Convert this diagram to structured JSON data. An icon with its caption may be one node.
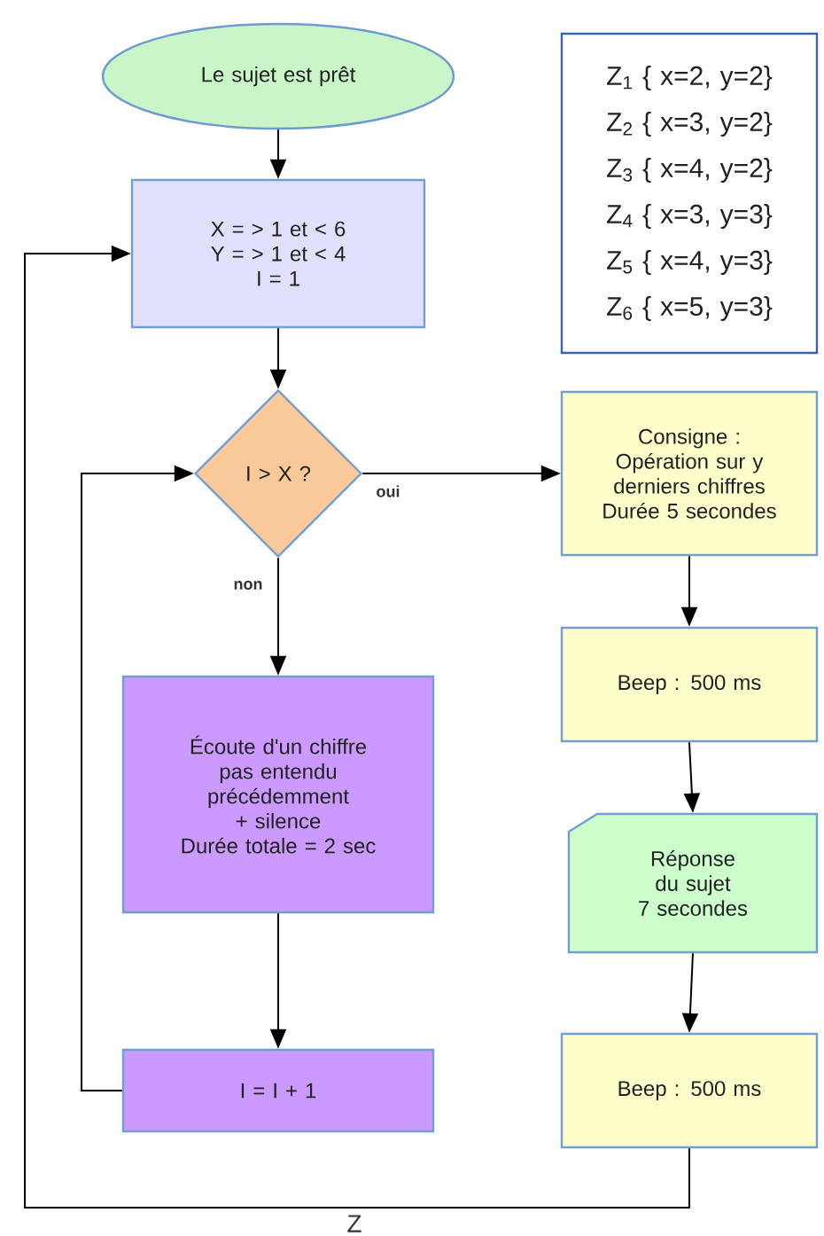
{
  "diagram": {
    "nodes": [
      {
        "text": [
          "Le sujet est prêt"
        ]
      },
      {
        "text": [
          "X = > 1 et < 6",
          "Y = > 1 et < 4",
          "I = 1"
        ]
      },
      {
        "text": [
          "I > X ?"
        ]
      },
      {
        "text": [
          "Consigne :",
          "Opération sur y derniers chiffres",
          "Durée 5 secondes"
        ]
      },
      {
        "text": [
          "Écoute d'un chiffre pas entendu précédemment",
          "+ silence",
          "Durée totale = 2 sec"
        ]
      },
      {
        "text": [
          "I = I + 1"
        ]
      },
      {
        "text": [
          "Beep : 500 ms"
        ]
      },
      {
        "text": [
          "Réponse du sujet",
          "7 secondes"
        ]
      },
      {
        "text": [
          "Beep : 500 ms"
        ]
      },
      {
        "text": [
          "Z$_{1}$ { x=2, y=2}",
          "Z$_{2}$ { x=3, y=2}",
          "Z$_{3}$ { x=4, y=2}",
          "Z$_{4}$ { x=3, y=3}",
          "Z$_{5}$ { x=4, y=3}",
          "Z$_{6}$ { x=5, y=3}"
        ]
      }
    ],
    "edges": [
      {
        "from": 0,
        "to": 1,
        "arrow": "to"
      },
      {
        "from": 1,
        "to": 2,
        "arrow": "to"
      },
      {
        "from": 2,
        "to": 3,
        "arrow": "to",
        "label": "oui"
      },
      {
        "from": 2,
        "to": 4,
        "arrow": "to",
        "label": "non"
      },
      {
        "from": 4,
        "to": 5,
        "arrow": "to"
      },
      {
        "from": 5,
        "to": 2,
        "arrow": "to"
      },
      {
        "from": 3,
        "to": 6,
        "arrow": "to"
      },
      {
        "from": 6,
        "to": 7,
        "arrow": "to"
      },
      {
        "from": 7,
        "to": 8,
        "arrow": "to"
      },
      {
        "from": 8,
        "to": 1,
        "arrow": "to",
        "label": "Z"
      }
    ]
  }
}
